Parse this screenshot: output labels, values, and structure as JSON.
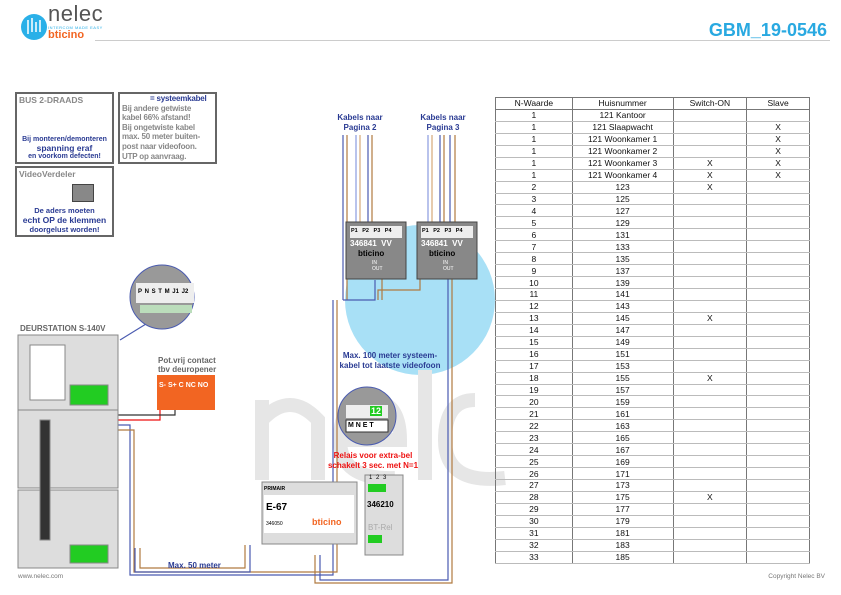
{
  "header": {
    "logo": "nelec",
    "logo_tagline": "INTERCOM MADE EASY",
    "brand": "bticino",
    "title": "GBM_19-0546"
  },
  "notes": {
    "bus_title": "BUS 2-DRAADS",
    "bus_warning": [
      "Bij monteren/demonteren",
      "spanning eraf",
      "en voorkom defecten!"
    ],
    "system_cable_label": "= systeemkabel",
    "system_cable_text": [
      "Bij andere getwiste",
      "kabel 66% afstand!",
      "Bij ongetwiste kabel",
      "max. 50 meter buiten-",
      "post naar videofoon.",
      "UTP op aanvraag."
    ],
    "vv_title": "VideoVerdeler",
    "vv_text": [
      "De aders moeten",
      "echt OP de klemmen",
      "doorgelust worden!"
    ]
  },
  "diagram": {
    "cables_p2": [
      "Kabels naar",
      "Pagina 2"
    ],
    "cables_p3": [
      "Kabels naar",
      "Pagina 3"
    ],
    "vv_model": "346841",
    "vv_suffix": "VV",
    "ports": [
      "P1",
      "P2",
      "P3",
      "P4"
    ],
    "in_out": [
      "IN",
      "OUT"
    ],
    "door_station": "DEURSTATION S-140V",
    "terminals": [
      "P",
      "N",
      "S",
      "T",
      "M",
      "J1",
      "J2"
    ],
    "contact": [
      "Pot.vrij contact",
      "tbv deuropener"
    ],
    "contact_terms": [
      "S-",
      "S+",
      "C",
      "NC",
      "NO"
    ],
    "max100": [
      "Max. 100 meter systeem-",
      "kabel tot laatste videofoon"
    ],
    "relay_note": [
      "Relais voor extra-bel",
      "schakelt 3 sec. met N=1"
    ],
    "relay_terms": [
      "1",
      "2"
    ],
    "relay_labels": "M N E T",
    "psu_label": "PRIMAIR",
    "psu_model": "E-67",
    "psu_code": "346050",
    "relay_model": "346210",
    "relay_name": "BT-Rel",
    "relay_pins": [
      "1",
      "2",
      "3"
    ],
    "max50": "Max. 50 meter"
  },
  "table": {
    "headers": [
      "N-Waarde",
      "Huisnummer",
      "Switch-ON",
      "Slave"
    ],
    "rows": [
      [
        "1",
        "121 Kantoor",
        "",
        ""
      ],
      [
        "1",
        "121 Slaapwacht",
        "",
        "X"
      ],
      [
        "1",
        "121 Woonkamer 1",
        "",
        "X"
      ],
      [
        "1",
        "121 Woonkamer 2",
        "",
        "X"
      ],
      [
        "1",
        "121 Woonkamer 3",
        "X",
        "X"
      ],
      [
        "1",
        "121 Woonkamer 4",
        "X",
        "X"
      ],
      [
        "2",
        "123",
        "X",
        ""
      ],
      [
        "3",
        "125",
        "",
        ""
      ],
      [
        "4",
        "127",
        "",
        ""
      ],
      [
        "5",
        "129",
        "",
        ""
      ],
      [
        "6",
        "131",
        "",
        ""
      ],
      [
        "7",
        "133",
        "",
        ""
      ],
      [
        "8",
        "135",
        "",
        ""
      ],
      [
        "9",
        "137",
        "",
        ""
      ],
      [
        "10",
        "139",
        "",
        ""
      ],
      [
        "11",
        "141",
        "",
        ""
      ],
      [
        "12",
        "143",
        "",
        ""
      ],
      [
        "13",
        "145",
        "X",
        ""
      ],
      [
        "14",
        "147",
        "",
        ""
      ],
      [
        "15",
        "149",
        "",
        ""
      ],
      [
        "16",
        "151",
        "",
        ""
      ],
      [
        "17",
        "153",
        "",
        ""
      ],
      [
        "18",
        "155",
        "X",
        ""
      ],
      [
        "19",
        "157",
        "",
        ""
      ],
      [
        "20",
        "159",
        "",
        ""
      ],
      [
        "21",
        "161",
        "",
        ""
      ],
      [
        "22",
        "163",
        "",
        ""
      ],
      [
        "23",
        "165",
        "",
        ""
      ],
      [
        "24",
        "167",
        "",
        ""
      ],
      [
        "25",
        "169",
        "",
        ""
      ],
      [
        "26",
        "171",
        "",
        ""
      ],
      [
        "27",
        "173",
        "",
        ""
      ],
      [
        "28",
        "175",
        "X",
        ""
      ],
      [
        "29",
        "177",
        "",
        ""
      ],
      [
        "30",
        "179",
        "",
        ""
      ],
      [
        "31",
        "181",
        "",
        ""
      ],
      [
        "32",
        "183",
        "",
        ""
      ],
      [
        "33",
        "185",
        "",
        ""
      ]
    ]
  },
  "footer": {
    "website": "www.nelec.com",
    "copyright": "Copyright Nelec BV"
  },
  "colors": {
    "accent": "#29a9e1",
    "cable_blue": "#4a5bb0",
    "cable_brown": "#b07a40",
    "warn_red": "#e11",
    "orange": "#f26522"
  }
}
